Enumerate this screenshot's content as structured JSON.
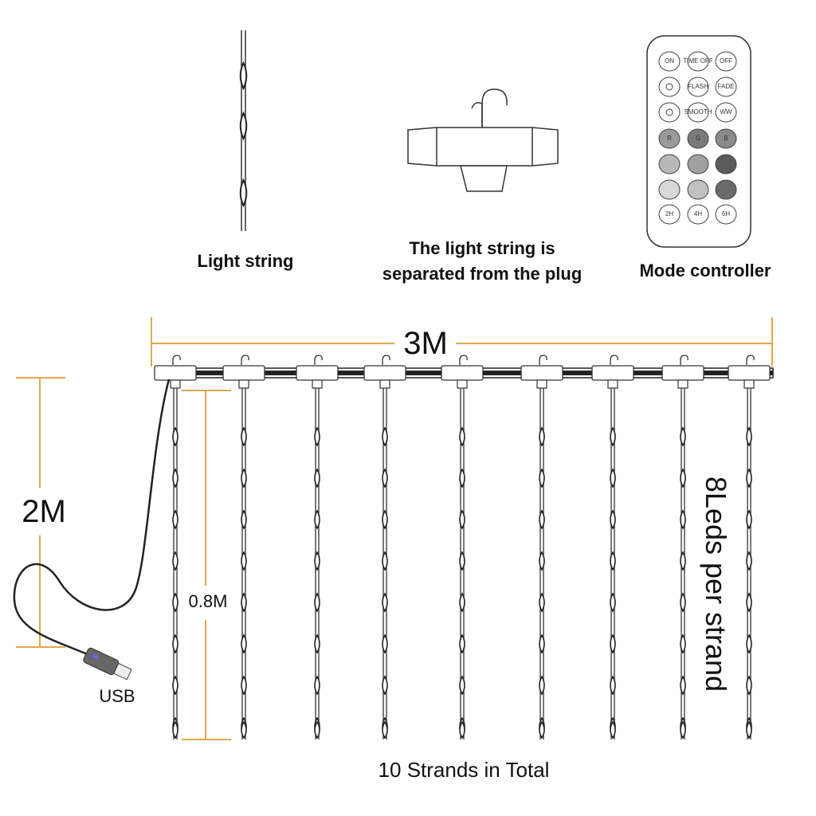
{
  "captions": {
    "light_string": "Light string",
    "separated_line1": "The light string is",
    "separated_line2": "separated from the plug",
    "mode_controller": "Mode controller",
    "total": "10 Strands in Total",
    "usb": "USB",
    "leds_per_strand": "8Leds per strand"
  },
  "dimensions": {
    "width": "3M",
    "height": "2M",
    "strand_spacing": "0.8M"
  },
  "remote": {
    "buttons": [
      [
        "ON",
        "TIME OFF",
        "OFF"
      ],
      [
        "",
        "FLASH",
        "FADE"
      ],
      [
        "",
        "SMOOTH",
        "WW"
      ],
      [
        "R",
        "G",
        "B"
      ],
      [
        "",
        "",
        ""
      ],
      [
        "",
        "",
        ""
      ],
      [
        "2H",
        "4H",
        "6H"
      ]
    ],
    "colors": {
      "row4": [
        "#9a9a9a",
        "#7a7a7a",
        "#8a8a8a"
      ],
      "row5": [
        "#b8b8b8",
        "#a0a0a0",
        "#5a5a5a"
      ],
      "row6": [
        "#d8d8d8",
        "#c0c0c0",
        "#6a6a6a"
      ]
    }
  },
  "colors": {
    "dimension_line": "#e1a84a",
    "wire": "#222222"
  }
}
